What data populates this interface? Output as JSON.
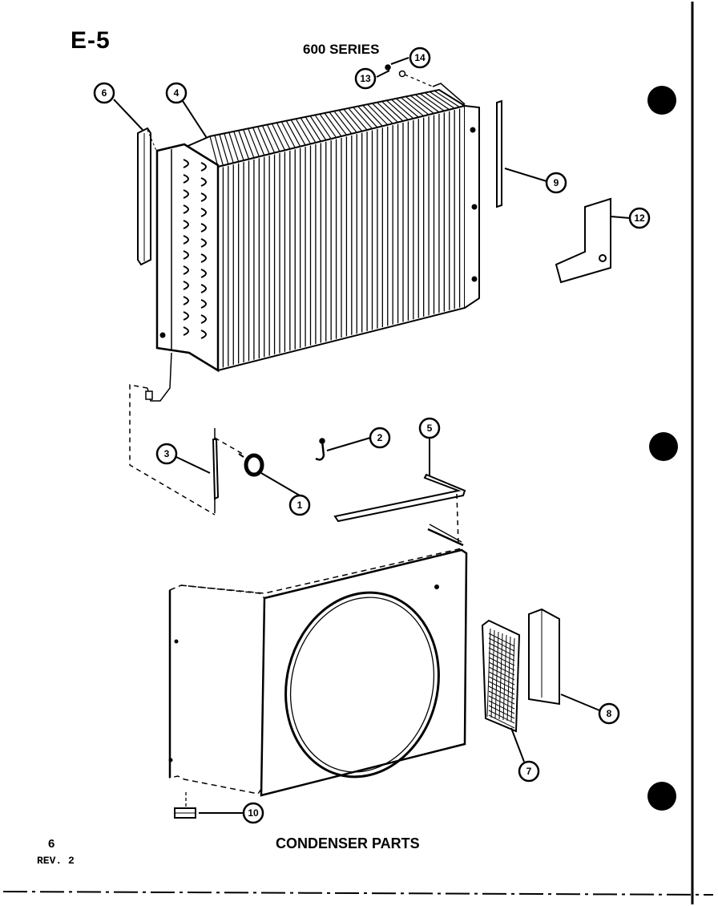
{
  "header": {
    "page_code": "E-5",
    "series": "600 SERIES"
  },
  "footer": {
    "caption": "CONDENSER PARTS",
    "page_number": "6",
    "revision": "REV. 2"
  },
  "callouts": [
    "1",
    "2",
    "3",
    "4",
    "5",
    "6",
    "7",
    "8",
    "9",
    "10",
    "12",
    "13",
    "14"
  ],
  "colors": {
    "ink": "#000000",
    "paper": "#ffffff"
  }
}
